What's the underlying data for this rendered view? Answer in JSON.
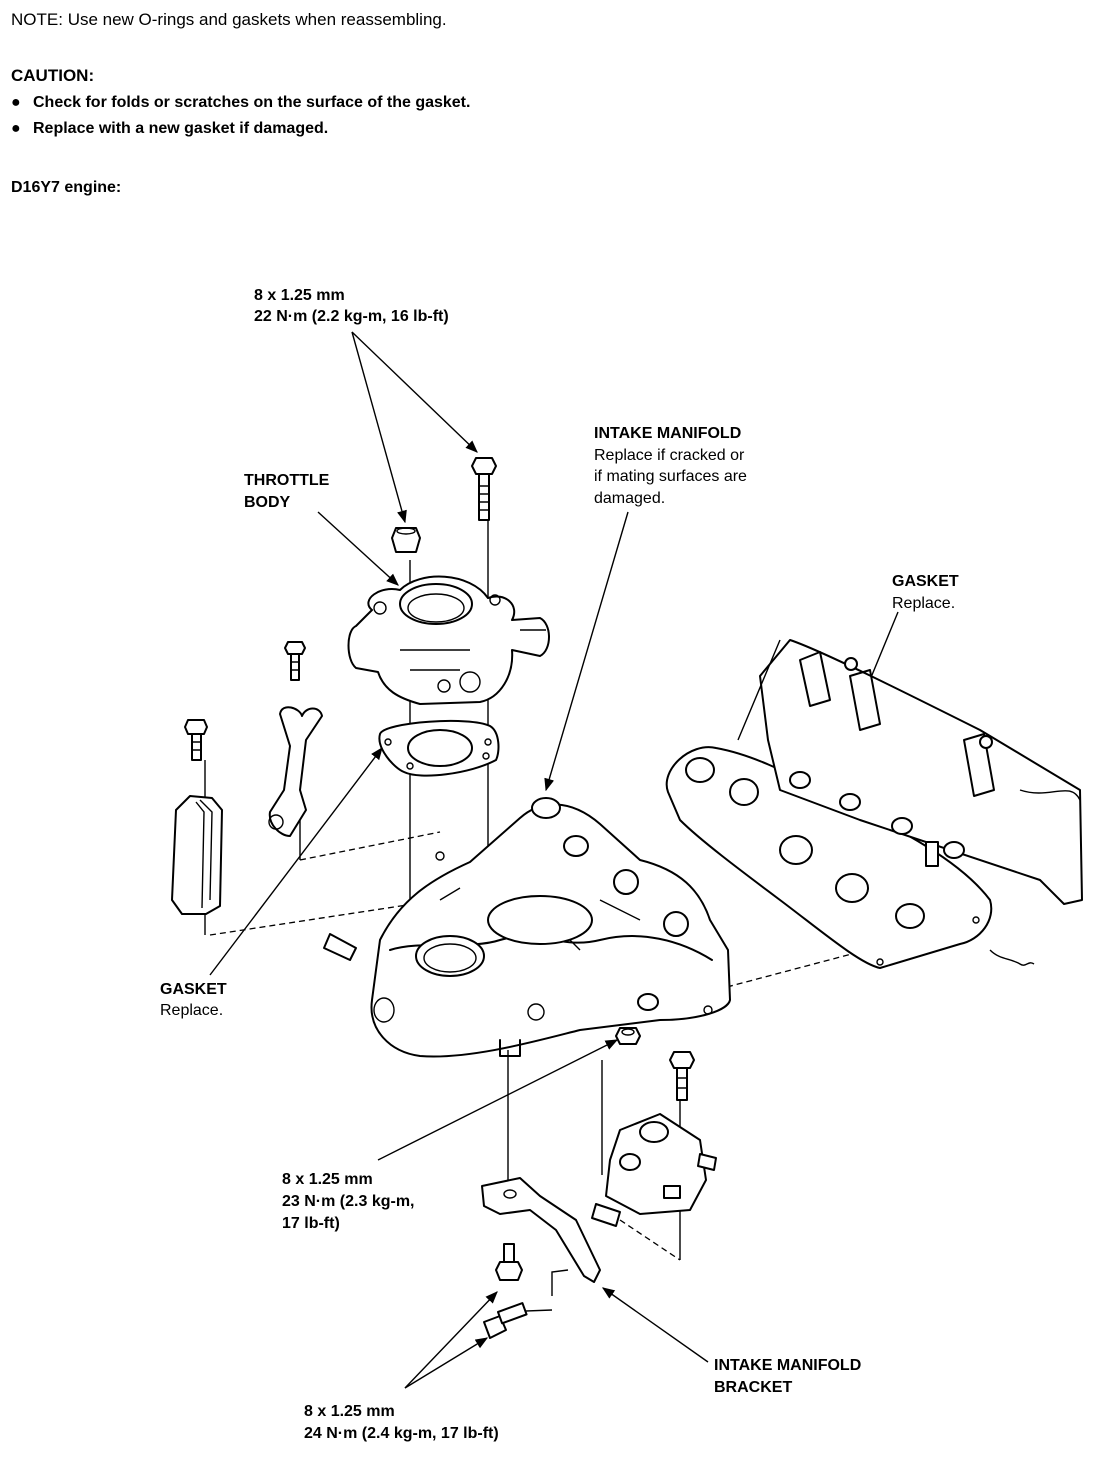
{
  "header": {
    "note_prefix": "NOTE:",
    "note_text": "Use new O-rings and gaskets when reassembling.",
    "caution_title": "CAUTION:",
    "bullets": [
      "Check for folds or scratches on the surface of the gasket.",
      "Replace with a new gasket if damaged."
    ],
    "engine_label": "D16Y7 engine:"
  },
  "callouts": {
    "top_bolt": {
      "size": "8 x 1.25 mm",
      "torque": "22 N·m (2.2 kg-m, 16 lb-ft)"
    },
    "throttle_body": {
      "line1": "THROTTLE",
      "line2": "BODY"
    },
    "intake_manifold": {
      "title": "INTAKE MANIFOLD",
      "l1": "Replace if cracked or",
      "l2": "if mating surfaces are",
      "l3": "damaged."
    },
    "gasket_right": {
      "title": "GASKET",
      "sub": "Replace."
    },
    "gasket_left": {
      "title": "GASKET",
      "sub": "Replace."
    },
    "mid_bolt": {
      "size": "8 x 1.25 mm",
      "torque1": "23 N·m (2.3 kg-m,",
      "torque2": "17 lb-ft)"
    },
    "bracket": {
      "line1": "INTAKE MANIFOLD",
      "line2": "BRACKET"
    },
    "bottom_bolt": {
      "size": "8 x 1.25 mm",
      "torque": "24 N·m (2.4 kg-m, 17 lb-ft)"
    }
  }
}
